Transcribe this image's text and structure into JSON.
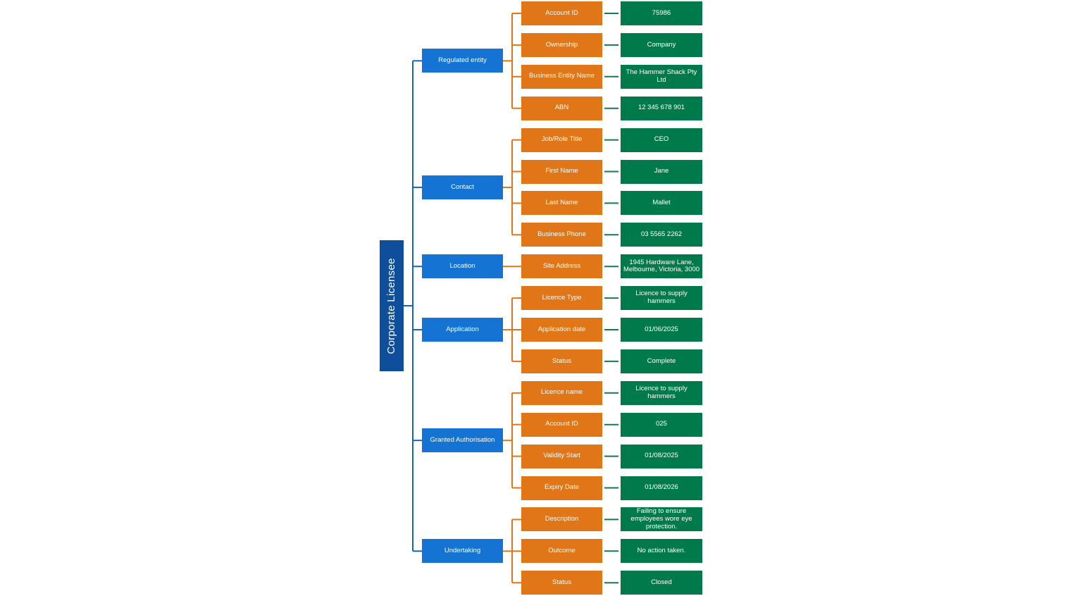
{
  "colors": {
    "root": "#0f4e9a",
    "group": "#1473d3",
    "field": "#e07617",
    "value": "#007a4b",
    "root_line": "#1565c0",
    "field_line": "#e07617",
    "value_line": "#127a55"
  },
  "root": {
    "label": "Corporate Licensee"
  },
  "groups": [
    {
      "label": "Regulated entity",
      "fields": [
        {
          "label": "Account ID",
          "value": "75986"
        },
        {
          "label": "Ownership",
          "value": "Company"
        },
        {
          "label": "Business Entity Name",
          "value": "The Hammer Shack Pty Ltd"
        },
        {
          "label": "ABN",
          "value": "12 345 678 901"
        }
      ]
    },
    {
      "label": "Contact",
      "fields": [
        {
          "label": "Job/Role Title",
          "value": "CEO"
        },
        {
          "label": "First Name",
          "value": "Jane"
        },
        {
          "label": "Last Name",
          "value": "Mallet"
        },
        {
          "label": "Business Phone",
          "value": "03 5565 2262"
        }
      ]
    },
    {
      "label": "Location",
      "fields": [
        {
          "label": "Site Address",
          "value": "1945 Hardware Lane, Melbourne, Victoria, 3000"
        }
      ]
    },
    {
      "label": "Application",
      "fields": [
        {
          "label": "Licence Type",
          "value": "Licence to supply hammers"
        },
        {
          "label": "Application date",
          "value": "01/06/2025"
        },
        {
          "label": "Status",
          "value": "Complete"
        }
      ]
    },
    {
      "label": "Granted Authorisation",
      "fields": [
        {
          "label": "Licence name",
          "value": "Licence to supply hammers"
        },
        {
          "label": "Account ID",
          "value": "025"
        },
        {
          "label": "Validity Start",
          "value": "01/08/2025"
        },
        {
          "label": "Expiry Date",
          "value": "01/08/2026"
        }
      ]
    },
    {
      "label": "Undertaking",
      "fields": [
        {
          "label": "Description",
          "value": "Failing to ensure employees wore eye protection."
        },
        {
          "label": "Outcome",
          "value": "No action taken."
        },
        {
          "label": "Status",
          "value": "Closed"
        }
      ]
    }
  ]
}
